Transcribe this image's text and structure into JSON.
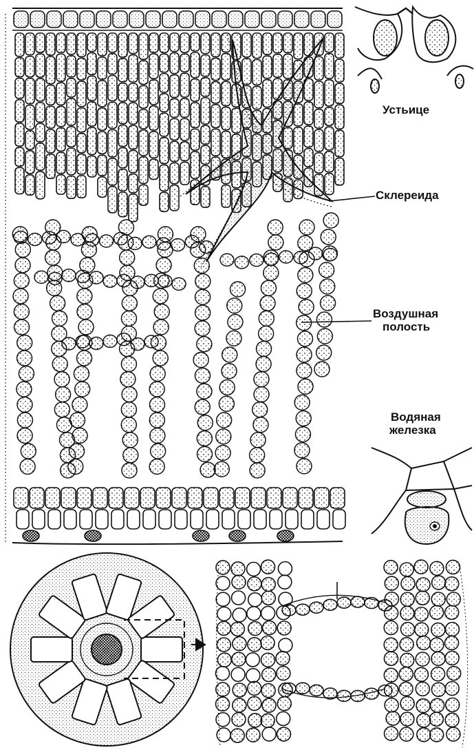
{
  "labels": {
    "stoma": "Устьице",
    "sclereid": "Склереида",
    "air_cavity_line1": "Воздушная",
    "air_cavity_line2": "полость",
    "water_gland_line1": "Водяная",
    "water_gland_line2": "железка"
  },
  "colors": {
    "ink": "#111111",
    "paper": "#ffffff",
    "cell_fill": "#f4f4f4"
  }
}
